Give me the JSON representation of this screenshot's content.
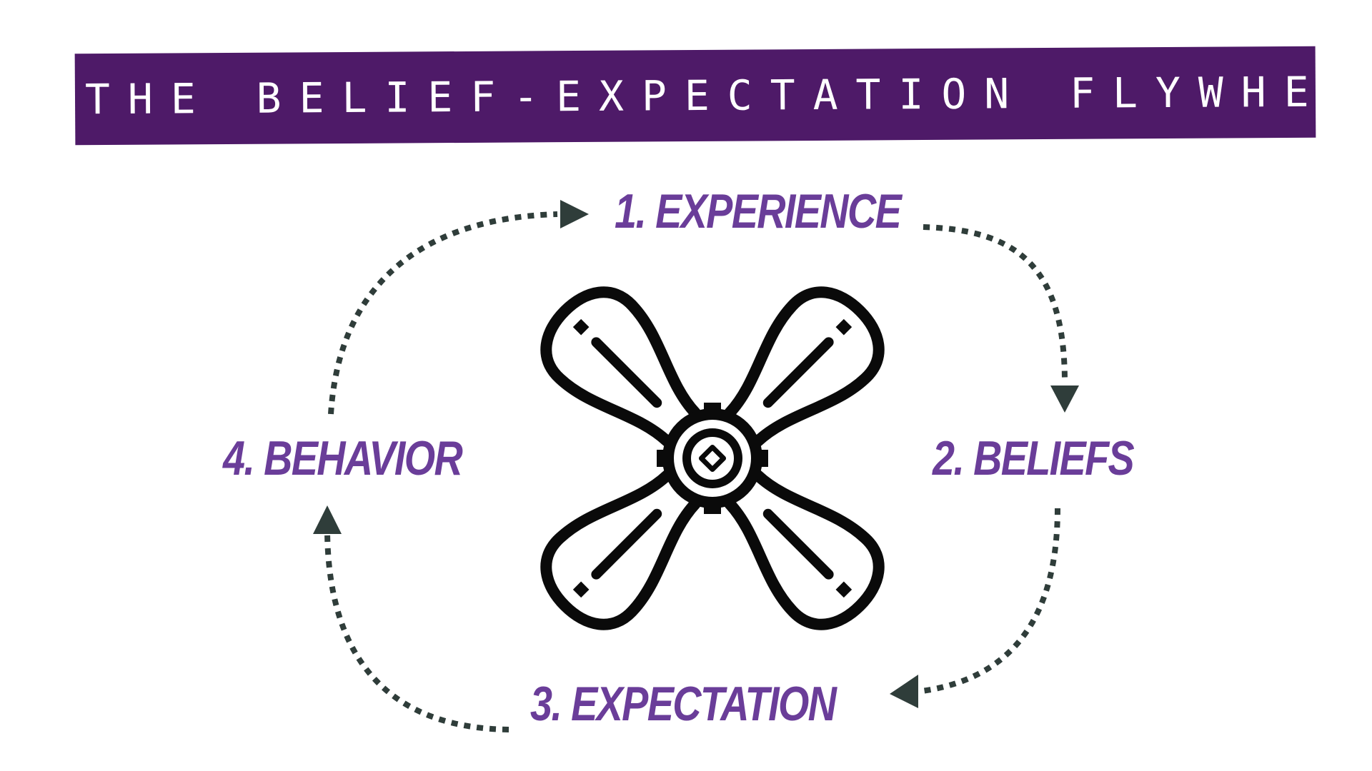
{
  "title": "The Belief-Expectation Flywheel",
  "steps": [
    {
      "label": "1. EXPERIENCE"
    },
    {
      "label": "2. BELIEFS"
    },
    {
      "label": "3. EXPECTATION"
    },
    {
      "label": "4. BEHAVIOR"
    }
  ],
  "icons": {
    "center": "fan-icon",
    "connectors": "dotted-arrow"
  },
  "colors": {
    "banner_bg": "#4e1a68",
    "banner_text": "#ffffff",
    "label": "#6a3d99",
    "arrow": "#2f3d3a",
    "icon_stroke": "#0a0a0a",
    "background": "#ffffff"
  }
}
